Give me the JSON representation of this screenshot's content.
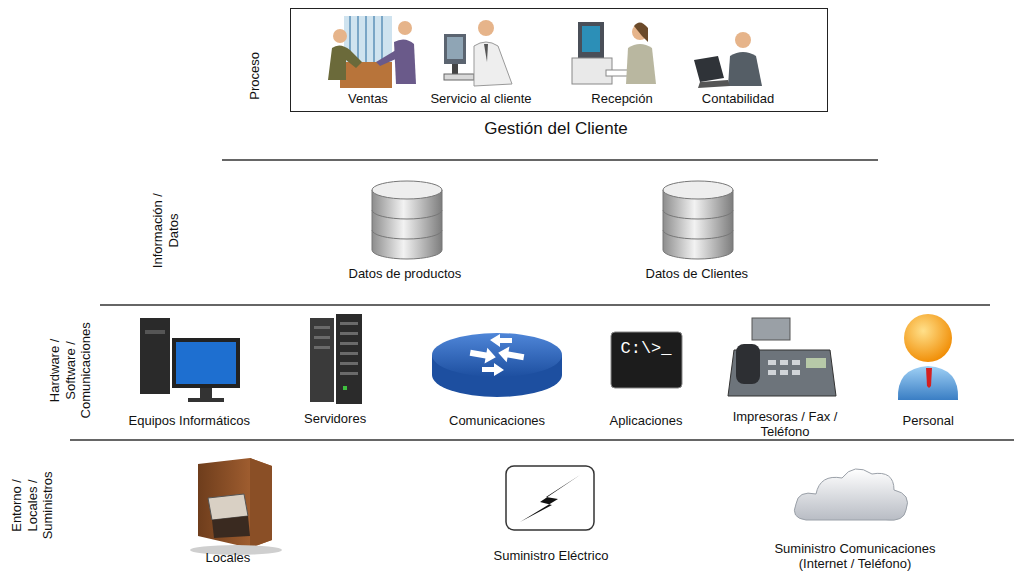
{
  "diagram": {
    "nodes": [
      {
        "text": [
          "Ventas",
          "Servicio al cliente",
          "Recepción",
          "Contabilidad",
          "Gestión del Cliente"
        ]
      }
    ],
    "labels": [
      "Proceso",
      "Información / Datos",
      "Hardware / Software / Comunicaciones",
      "Entorno / Locales / Suministros",
      "Datos de productos",
      "Datos de Clientes",
      "Equipos Informáticos",
      "Servidores",
      "Comunicaciones",
      "Aplicaciones",
      "Impresoras / Fax / Teléfono",
      "Personal",
      "C:\\>_",
      "Locales",
      "Suministro Eléctrico",
      "Suministro Comunicaciones (Internet / Teléfono)"
    ]
  }
}
